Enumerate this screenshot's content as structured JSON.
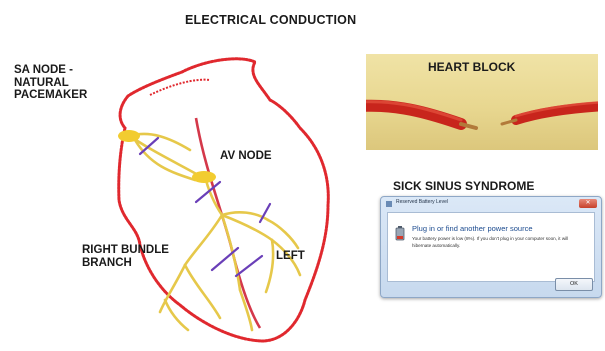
{
  "title": "ELECTRICAL CONDUCTION",
  "labels": {
    "sa_node": "SA NODE - NATURAL PACEMAKER",
    "av_node": "AV NODE",
    "right_bundle_branch": "RIGHT BUNDLE BRANCH",
    "left": "LEFT",
    "heart_block": "HEART BLOCK",
    "sick_sinus": "SICK SINUS SYNDROME"
  },
  "dialog": {
    "title": "Reserved Battery Level",
    "heading": "Plug in or find another power source",
    "message": "Your battery power is low (8%). If you don't plug in your computer soon, it will hibernate automatically.",
    "ok_label": "OK",
    "icon": "battery-warning-icon"
  },
  "colors": {
    "heart_outline": "#e0282e",
    "conduction": "#e6c84a",
    "node": "#f2cc30",
    "block_marks": "#6a3fb8",
    "septum": "#d4384a"
  }
}
